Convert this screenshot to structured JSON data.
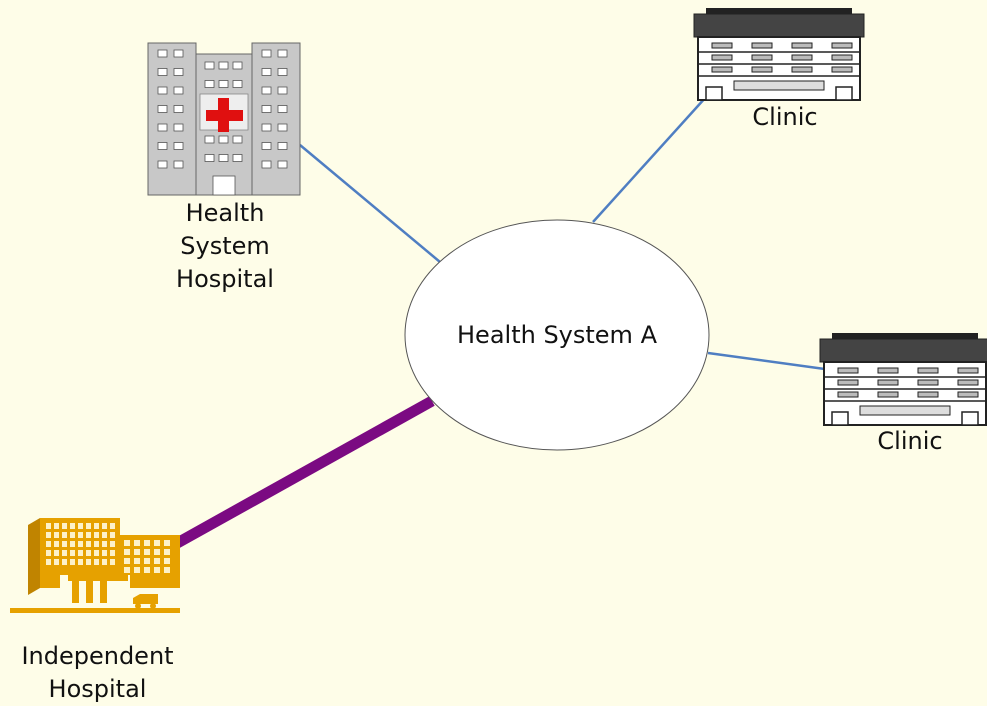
{
  "diagram": {
    "center_node": {
      "label": "Health System A"
    },
    "nodes": [
      {
        "id": "health-system-hospital",
        "label_lines": [
          "Health",
          "System",
          "Hospital"
        ],
        "icon": "hospital-building-icon",
        "connection": "thin"
      },
      {
        "id": "clinic-top",
        "label": "Clinic",
        "icon": "clinic-building-icon",
        "connection": "thin"
      },
      {
        "id": "clinic-right",
        "label": "Clinic",
        "icon": "clinic-building-icon",
        "connection": "thin"
      },
      {
        "id": "independent-hospital",
        "label_lines": [
          "Independent",
          "Hospital"
        ],
        "icon": "independent-hospital-icon",
        "connection": "thick"
      }
    ],
    "colors": {
      "background": "#fefde8",
      "thin_connector": "#4f7ec2",
      "thick_connector": "#7b0a82",
      "hospital_gray": "#c8c8c8",
      "red_cross": "#e01010",
      "independent_gold": "#e6a100"
    }
  }
}
